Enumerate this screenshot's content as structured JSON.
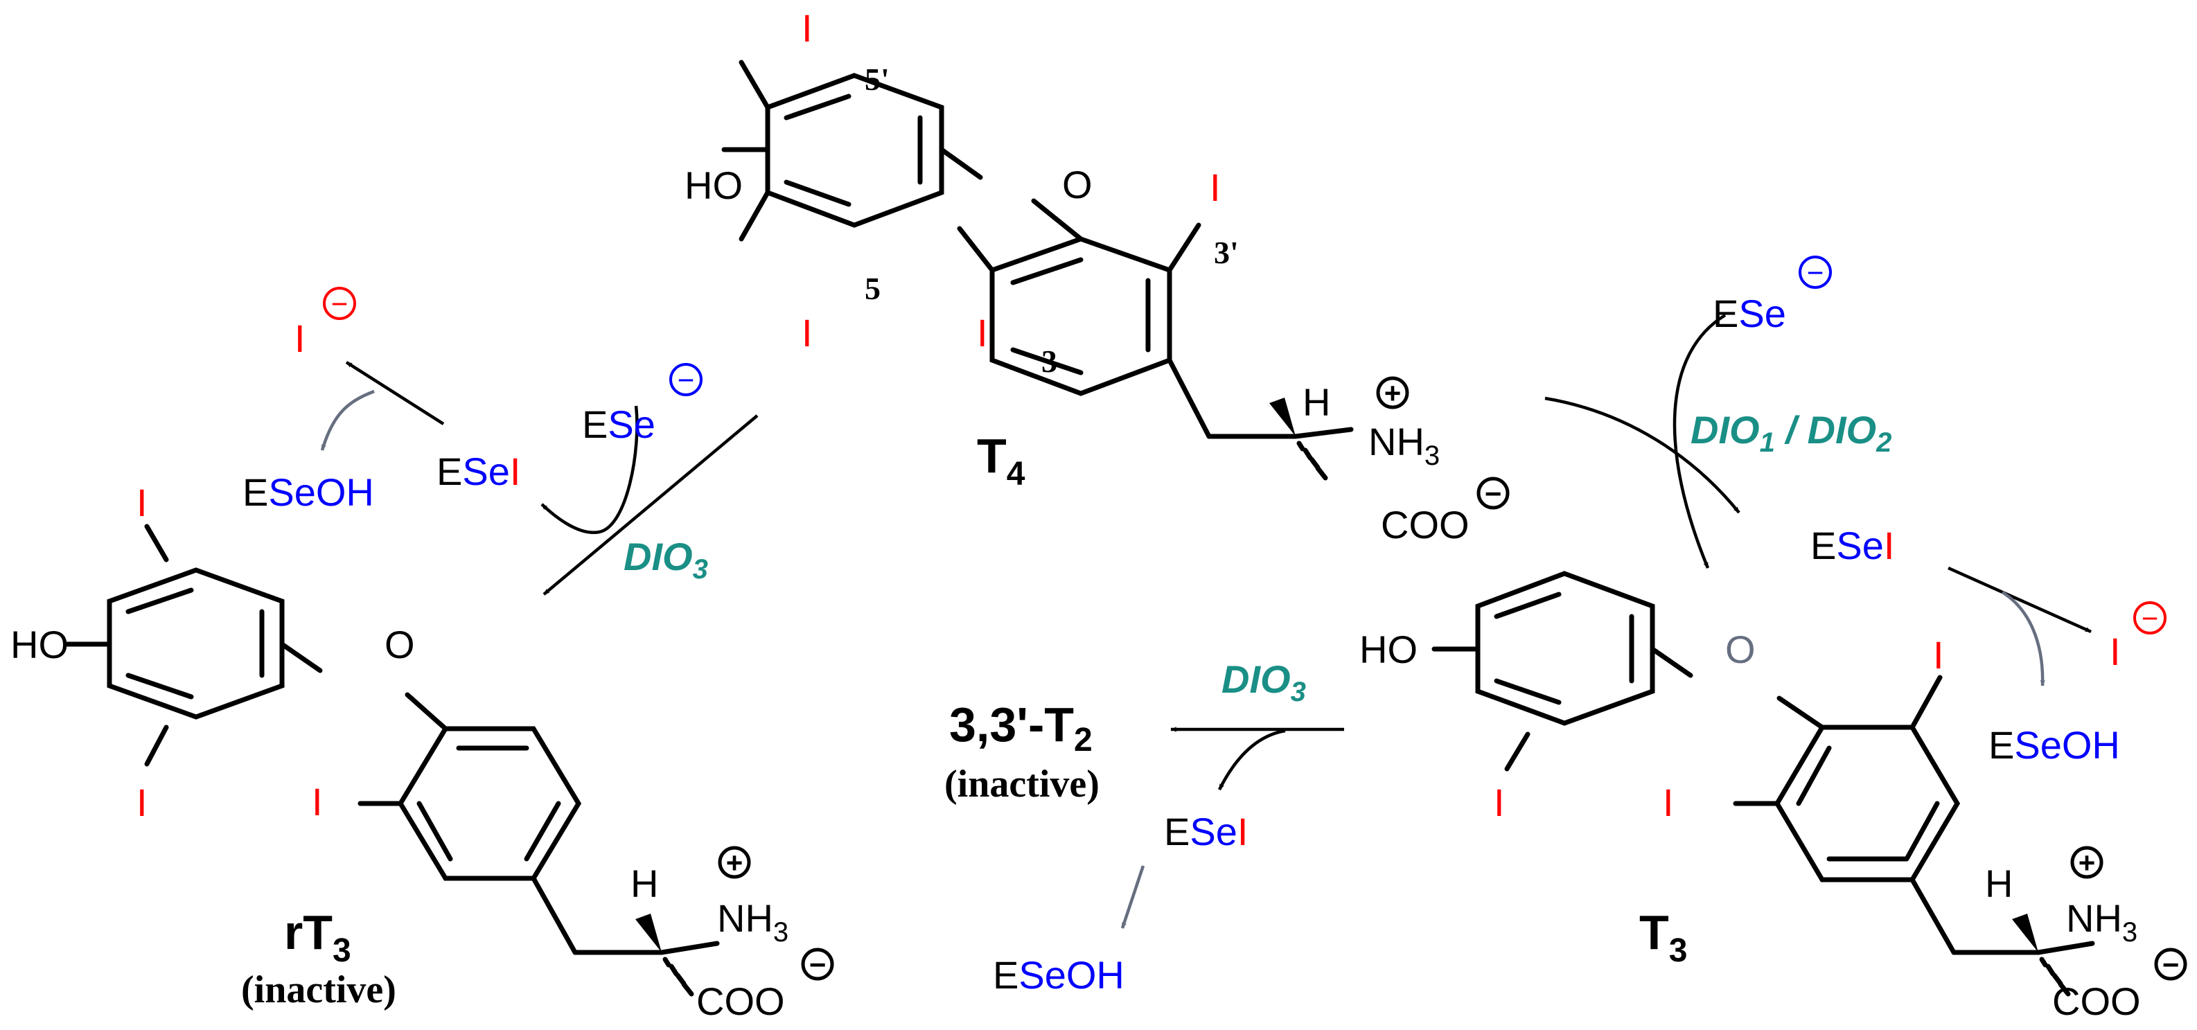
{
  "colors": {
    "iodine": "#ff0000",
    "selenium": "#0000ff",
    "enzyme": "#1a8f86",
    "bond": "#000000",
    "grey_arrow": "#666e80"
  },
  "atoms": {
    "iodine": "I",
    "hydroxyl": "HO",
    "oxygen": "O",
    "hydrogen": "H",
    "ammonium_n": "NH",
    "ammonium_sub": "3",
    "carboxylate": "COO",
    "plus": "+",
    "minus": "−"
  },
  "positions": {
    "p5prime": "5'",
    "p5": "5",
    "p3prime": "3'",
    "p3": "3"
  },
  "compounds": {
    "t4": {
      "main": "T",
      "sub": "4"
    },
    "t3": {
      "main": "T",
      "sub": "3"
    },
    "rt3": {
      "main": "rT",
      "sub": "3"
    },
    "t2": {
      "main": "3,3'-T",
      "sub": "2"
    }
  },
  "notes": {
    "inactive": "(inactive)"
  },
  "enzymes": {
    "dio3": {
      "main": "DIO",
      "sub": "3"
    },
    "dio12": {
      "a": "DIO",
      "a_sub": "1",
      "sep": " / ",
      "b": "DIO",
      "b_sub": "2"
    }
  },
  "species": {
    "e": "E",
    "se": "Se",
    "seoh": "SeOH",
    "i": "I"
  }
}
